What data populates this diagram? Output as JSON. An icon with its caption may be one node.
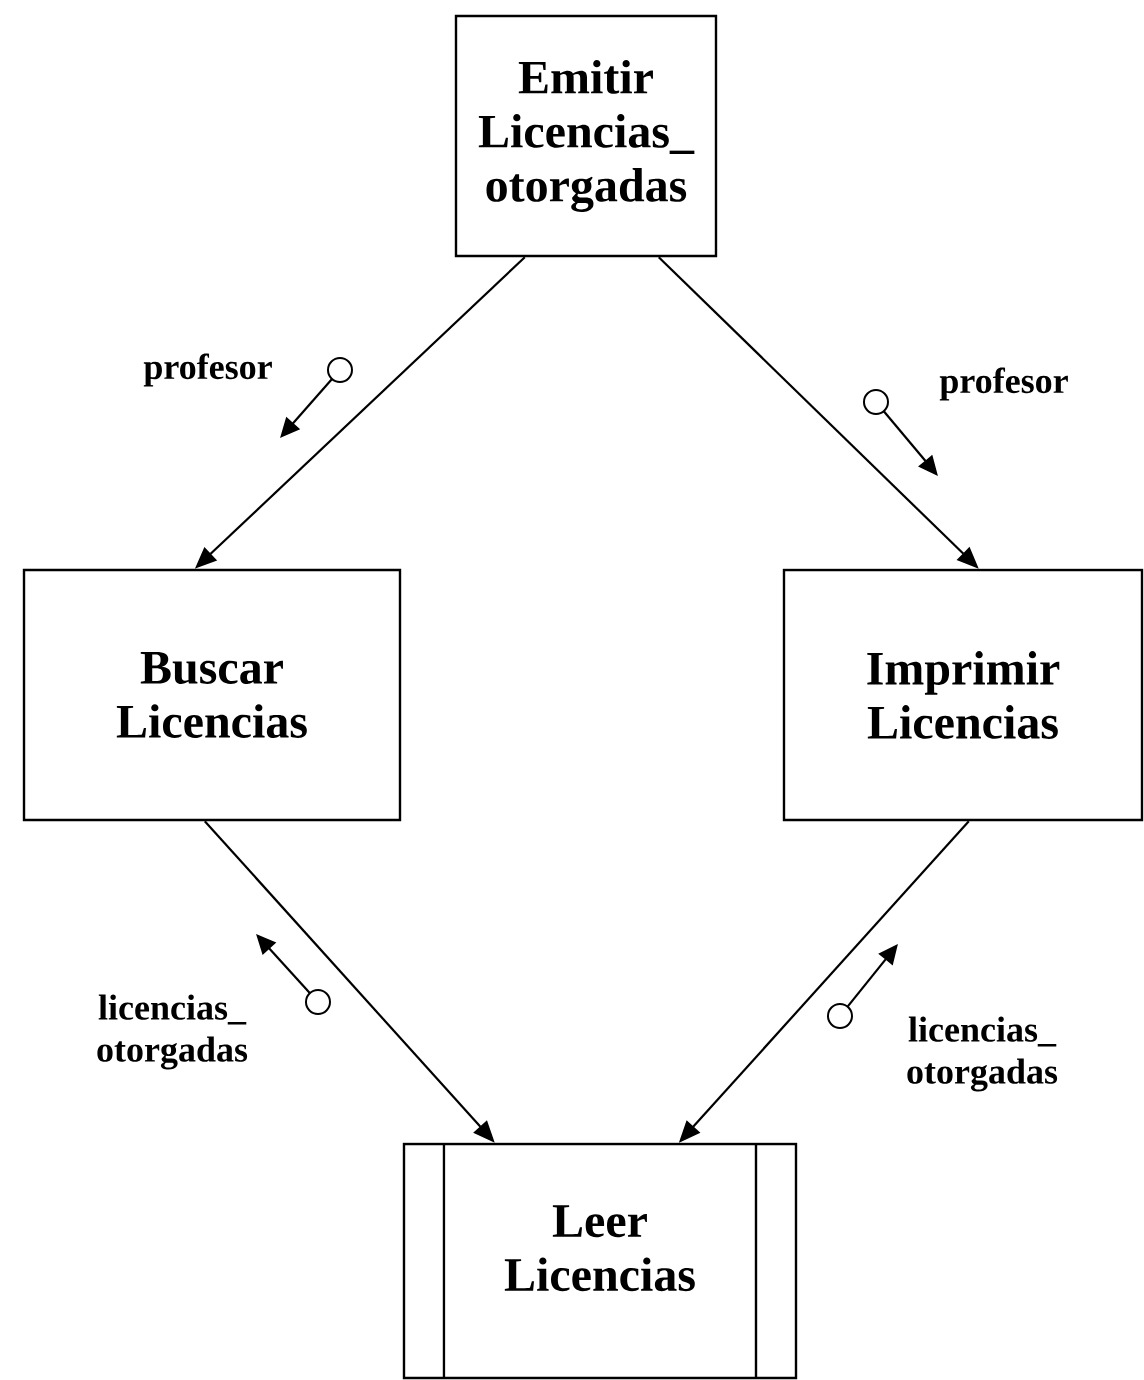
{
  "diagram": {
    "nodes": [
      {
        "text": [
          "Emitir Licencias_ otorgadas"
        ]
      },
      {
        "text": [
          "Buscar Licencias"
        ]
      },
      {
        "text": [
          "Imprimir Licencias"
        ]
      },
      {
        "text": [
          "Leer Licencias"
        ]
      }
    ],
    "edges": [
      {
        "from": 0,
        "to": 1,
        "arrow": "to",
        "label": "profesor"
      },
      {
        "from": 0,
        "to": 2,
        "arrow": "to",
        "label": "profesor"
      },
      {
        "from": 1,
        "to": 3,
        "arrow": "to",
        "label": "licencias_ otorgadas"
      },
      {
        "from": 2,
        "to": 3,
        "arrow": "to",
        "label": "licencias_ otorgadas"
      }
    ]
  }
}
